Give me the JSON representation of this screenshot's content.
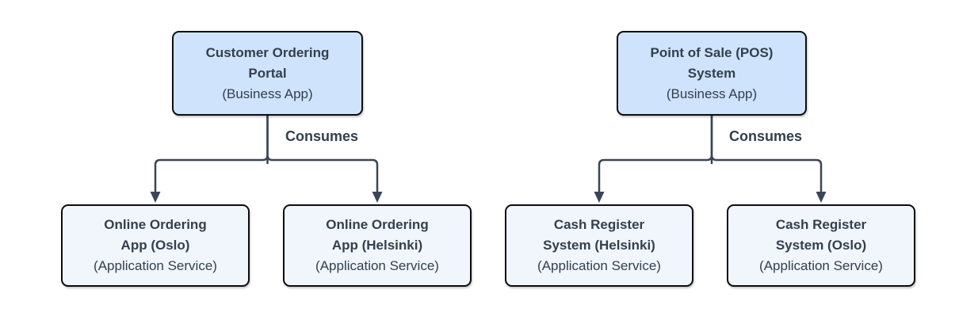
{
  "diagram": {
    "nodes": [
      {
        "id": "customer-ordering-portal",
        "kind": "Business App",
        "title": "Customer Ordering Portal",
        "title_lines": [
          "Customer Ordering",
          "Portal"
        ],
        "subtitle": "(Business App)"
      },
      {
        "id": "pos-system",
        "kind": "Business App",
        "title": "Point of Sale (POS) System",
        "title_lines": [
          "Point of Sale (POS)",
          "System"
        ],
        "subtitle": "(Business App)"
      },
      {
        "id": "online-ordering-app-oslo",
        "kind": "Application Service",
        "title": "Online Ordering App (Oslo)",
        "title_lines": [
          "Online Ordering",
          "App (Oslo)"
        ],
        "subtitle": "(Application Service)"
      },
      {
        "id": "online-ordering-app-helsinki",
        "kind": "Application Service",
        "title": "Online Ordering App (Helsinki)",
        "title_lines": [
          "Online Ordering",
          "App (Helsinki)"
        ],
        "subtitle": "(Application Service)"
      },
      {
        "id": "cash-register-system-helsinki",
        "kind": "Application Service",
        "title": "Cash Register System (Helsinki)",
        "title_lines": [
          "Cash Register",
          "System (Helsinki)"
        ],
        "subtitle": "(Application Service)"
      },
      {
        "id": "cash-register-system-oslo",
        "kind": "Application Service",
        "title": "Cash Register System (Oslo)",
        "title_lines": [
          "Cash Register",
          "System (Oslo)"
        ],
        "subtitle": "(Application Service)"
      }
    ],
    "edges": [
      {
        "from": "customer-ordering-portal",
        "to": [
          "online-ordering-app-oslo",
          "online-ordering-app-helsinki"
        ],
        "label": "Consumes"
      },
      {
        "from": "pos-system",
        "to": [
          "cash-register-system-helsinki",
          "cash-register-system-oslo"
        ],
        "label": "Consumes"
      }
    ],
    "colors": {
      "business_app_fill": "#cfe3fc",
      "application_service_fill": "#f1f6fd",
      "node_border": "#0d0d0d",
      "connector": "#3a4657",
      "text": "#33404d",
      "background": "#ffffff"
    }
  }
}
